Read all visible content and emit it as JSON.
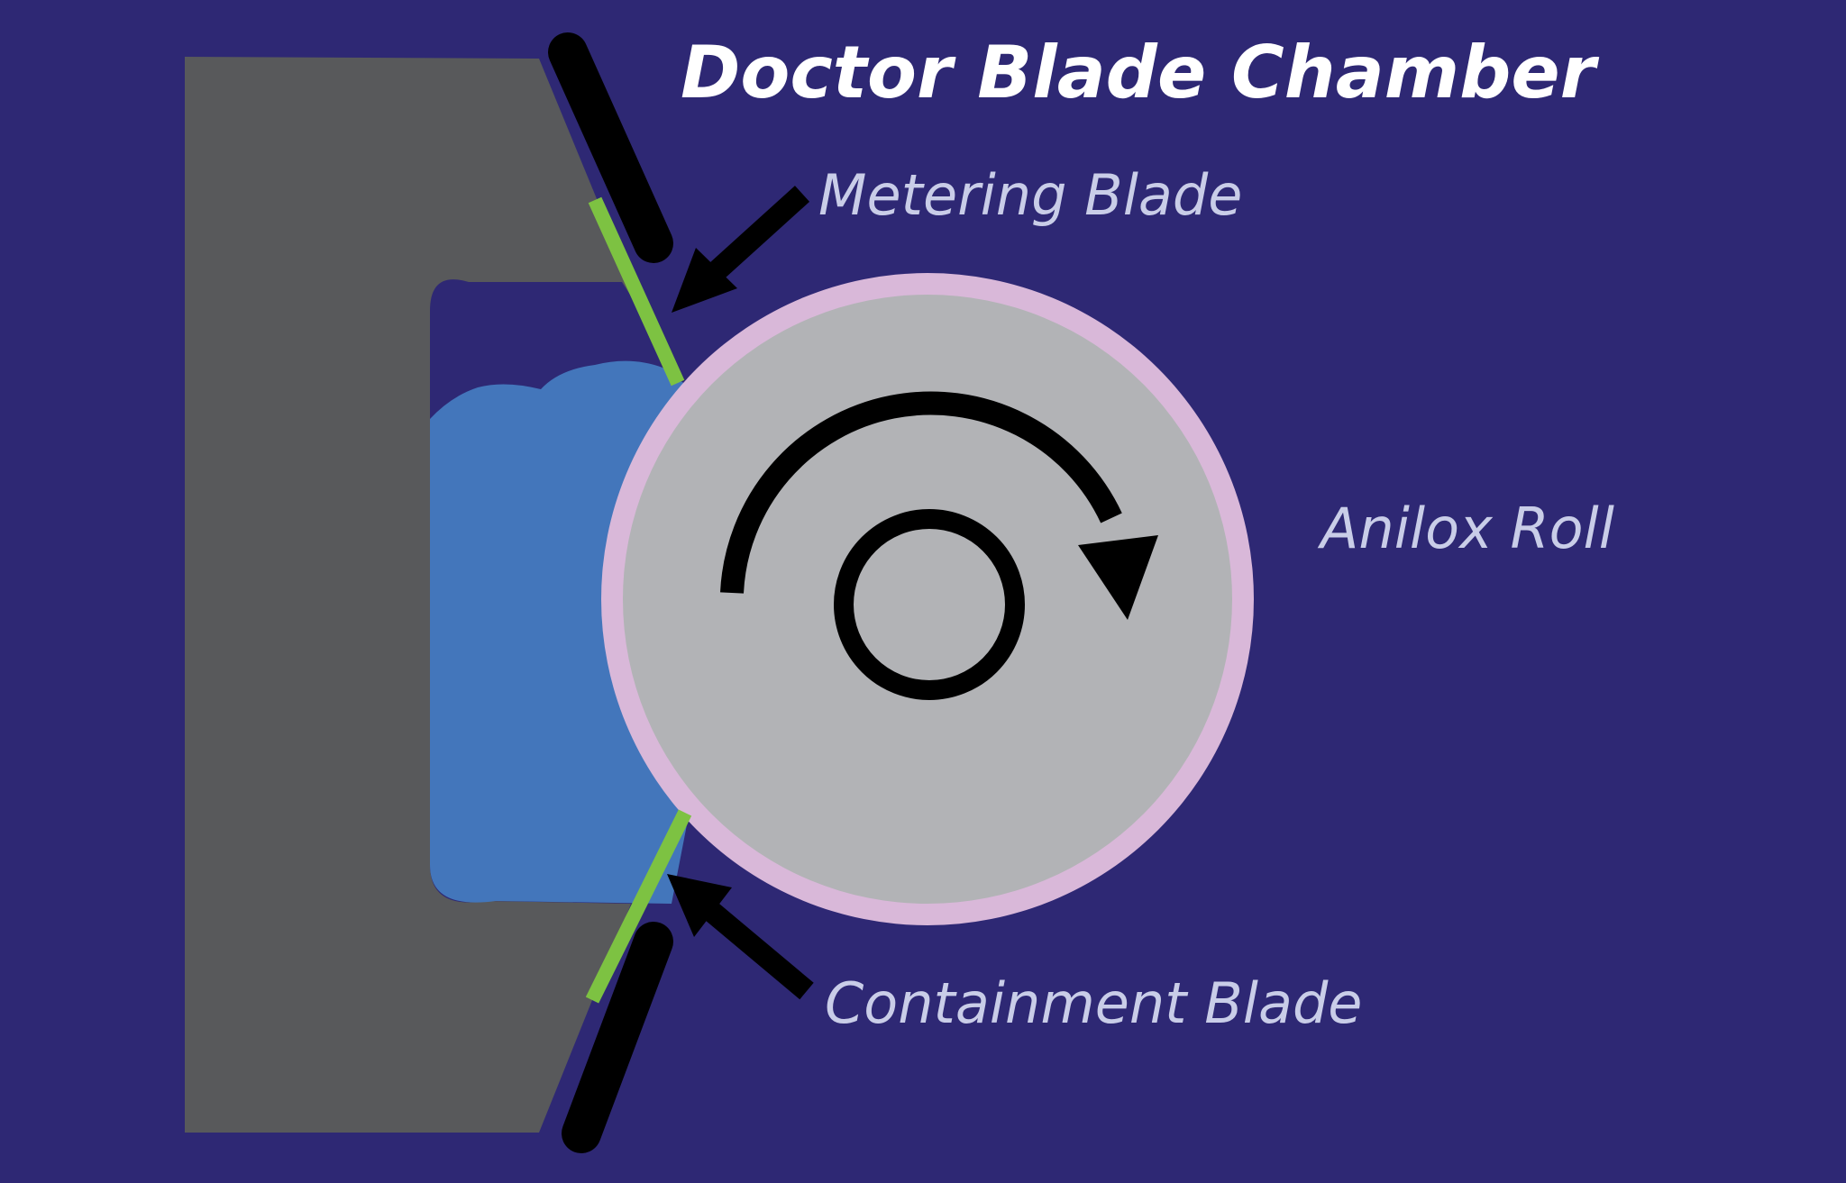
{
  "title": "Doctor Blade Chamber",
  "labels": {
    "metering_blade": "Metering Blade",
    "anilox_roll": "Anilox Roll",
    "containment_blade": "Containment Blade"
  },
  "colors": {
    "background": "#2e2874",
    "chamber": "#58595b",
    "ink": "#4376bb",
    "blade": "#7dc242",
    "blade_holder": "#000000",
    "roll_surface": "#b2b3b6",
    "roll_rim": "#d9b8d9",
    "label_text": "#c9cde8"
  },
  "icons": [
    "rotation-arrow-clockwise",
    "pointer-arrow"
  ]
}
